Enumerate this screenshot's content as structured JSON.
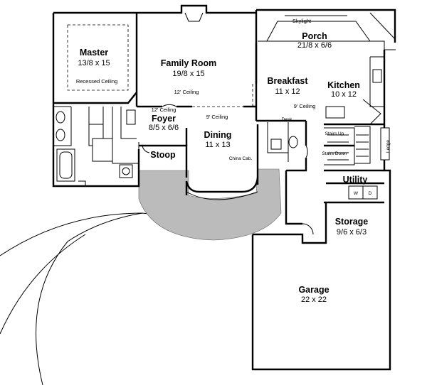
{
  "plan": {
    "rooms": [
      {
        "id": "master",
        "name": "Master",
        "dims": "13/8 x 15",
        "note": "Recessed Ceiling"
      },
      {
        "id": "family-room",
        "name": "Family Room",
        "dims": "19/8 x 15",
        "note": "12' Ceiling"
      },
      {
        "id": "porch",
        "name": "Porch",
        "dims": "21/8 x 6/6",
        "note": "Skylight"
      },
      {
        "id": "breakfast",
        "name": "Breakfast",
        "dims": "11 x 12",
        "note": "9' Ceiling"
      },
      {
        "id": "kitchen",
        "name": "Kitchen",
        "dims": "10 x 12"
      },
      {
        "id": "foyer",
        "name": "Foyer",
        "dims": "8/5 x 6/6",
        "note": "12' Ceiling"
      },
      {
        "id": "dining",
        "name": "Dining",
        "dims": "11 x 13",
        "note": "9' Ceiling"
      },
      {
        "id": "stoop",
        "name": "Stoop"
      },
      {
        "id": "utility",
        "name": "Utility"
      },
      {
        "id": "storage",
        "name": "Storage",
        "dims": "9/6 x 6/3"
      },
      {
        "id": "garage",
        "name": "Garage",
        "dims": "22 x 22"
      }
    ],
    "labels": {
      "desk": "Desk",
      "china_cab": "China Cab.",
      "stairs_up": "Stairs Up",
      "stairs_down": "Stairs Down",
      "ledge": "Ledge",
      "washer": "W",
      "dryer": "D"
    }
  }
}
